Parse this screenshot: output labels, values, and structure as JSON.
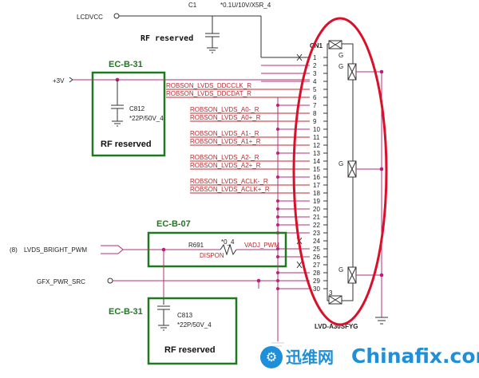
{
  "nets": {
    "lcdvcc": "LCDVCC",
    "v3": "+3V",
    "bright_pwm": "LVDS_BRIGHT_PWM",
    "bright_ref": "(8)",
    "gfx_pwr": "GFX_PWR_SRC",
    "vadj": "VADJ_PWM",
    "dispon": "DISPON"
  },
  "c1": {
    "ref": "C1",
    "value": "*0.1U/10V/X5R_4",
    "note": "RF reserved"
  },
  "groups": [
    {
      "tag": "EC-B-31",
      "cap": "C812",
      "value": "*22P/50V_4",
      "note": "RF reserved"
    },
    {
      "tag": "EC-B-07",
      "res": "R691",
      "value": "*0_4"
    },
    {
      "tag": "EC-B-31",
      "cap": "C813",
      "value": "*22P/50V_4",
      "note": "RF reserved"
    }
  ],
  "signals": [
    "ROBSON_LVDS_DDCCLK_R",
    "ROBSON_LVDS_DDCDAT_R",
    "ROBSON_LVDS_A0-_R",
    "ROBSON_LVDS_A0+_R",
    "ROBSON_LVDS_A1-_R",
    "ROBSON_LVDS_A1+_R",
    "ROBSON_LVDS_A2-_R",
    "ROBSON_LVDS_A2+_R",
    "ROBSON_LVDS_ACLK-_R",
    "ROBSON_LVDS_ACLK+_R"
  ],
  "connector": {
    "ref": "CN1",
    "part": "LVD-A30SFYG",
    "pins": [
      "1",
      "2",
      "3",
      "4",
      "5",
      "6",
      "7",
      "8",
      "9",
      "10",
      "11",
      "12",
      "13",
      "14",
      "15",
      "16",
      "17",
      "18",
      "19",
      "20",
      "21",
      "22",
      "23",
      "24",
      "25",
      "26",
      "27",
      "28",
      "29",
      "30"
    ],
    "g_label": "G",
    "g_pins": [
      "1",
      "2",
      "3"
    ]
  },
  "watermark": {
    "cn": "迅维网",
    "en": "Chinafix.com",
    "icon": "tech-logo-icon"
  },
  "colors": {
    "net": "#c0282d",
    "wire": "#b03078",
    "box": "#1e7a1e",
    "highlight": "#d8102a",
    "watermark": "#1e8fd8"
  }
}
